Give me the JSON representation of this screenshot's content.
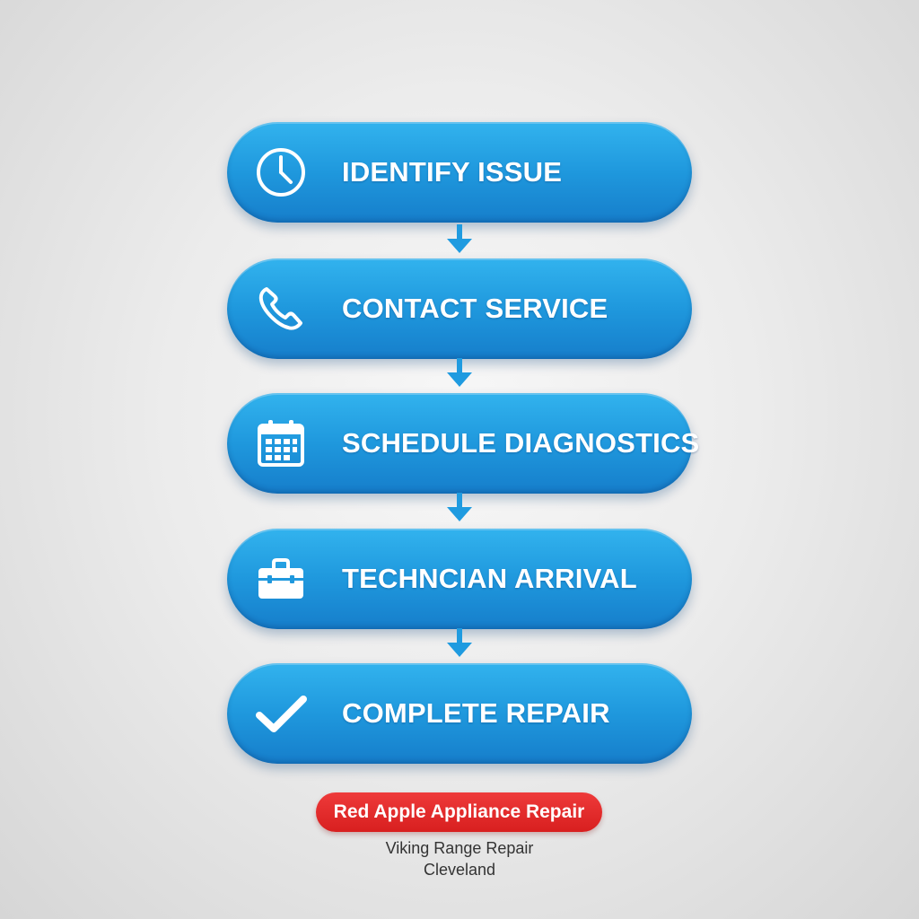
{
  "steps": [
    {
      "label": "IDENTIFY ISSUE",
      "icon": "clock-icon"
    },
    {
      "label": "CONTACT SERVICE",
      "icon": "phone-icon"
    },
    {
      "label": "SCHEDULE DIAGNOSTICS",
      "icon": "calendar-icon"
    },
    {
      "label": "TECHNCIAN ARRIVAL",
      "icon": "toolbox-icon"
    },
    {
      "label": "COMPLETE REPAIR",
      "icon": "checkmark-icon"
    }
  ],
  "brand": {
    "name": "Red Apple Appliance Repair",
    "line1": "Viking Range Repair",
    "line2": "Cleveland"
  },
  "colors": {
    "step_blue": "#1f98dd",
    "arrow_blue": "#1f9be0",
    "brand_red": "#e02a2a",
    "icon_white": "#ffffff"
  }
}
